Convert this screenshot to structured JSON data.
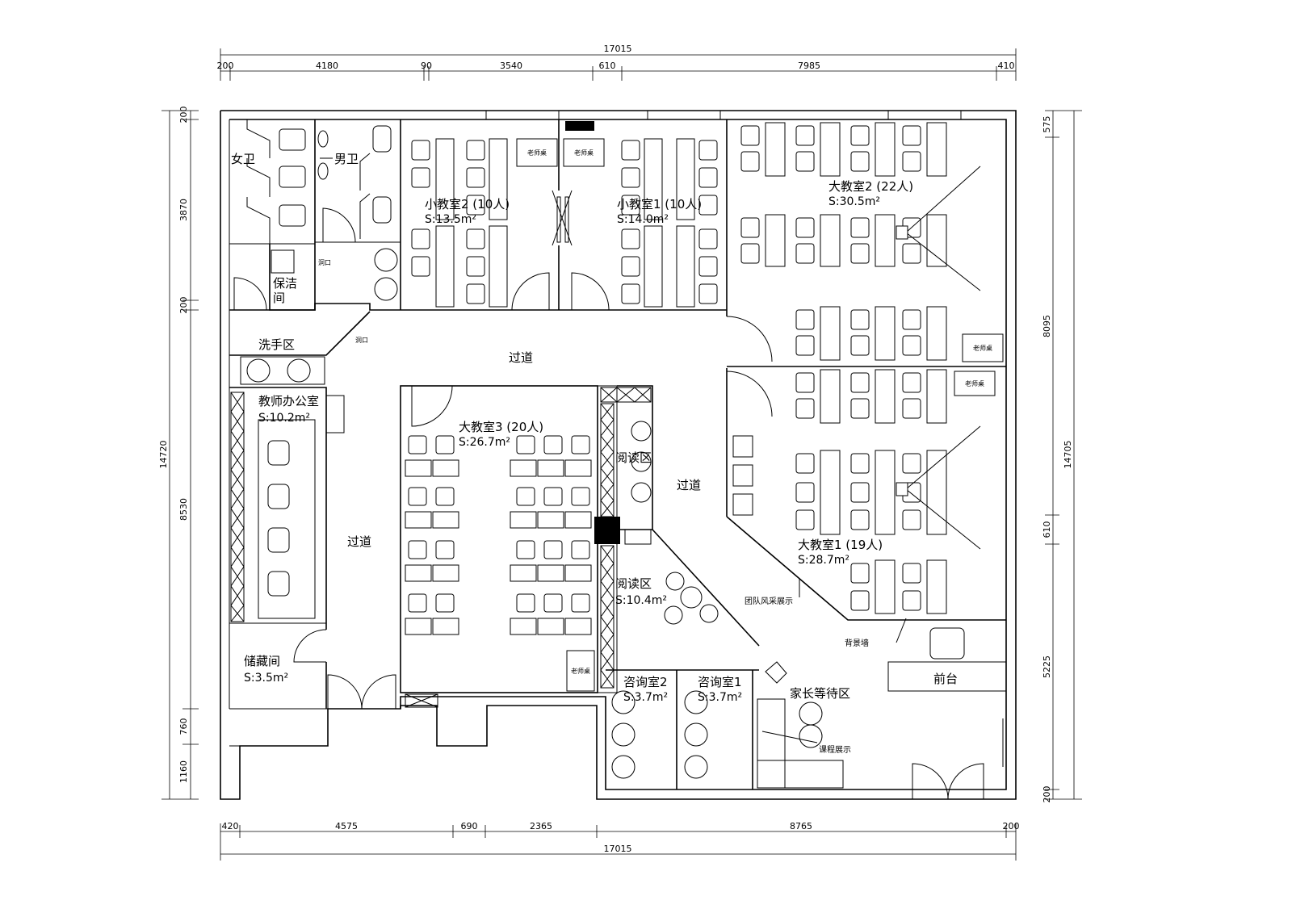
{
  "dimensions": {
    "top_total": "17015",
    "top_segments": [
      "200",
      "4180",
      "90",
      "3540",
      "610",
      "7985",
      "410"
    ],
    "bottom_total": "17015",
    "bottom_segments": [
      "420",
      "4575",
      "690",
      "2365",
      "8765",
      "200"
    ],
    "left_total": "14720",
    "left_segments": [
      "200",
      "3870",
      "200",
      "8530",
      "760",
      "1160"
    ],
    "right_total": "14705",
    "right_segments": [
      "575",
      "8095",
      "610",
      "5225",
      "200"
    ]
  },
  "rooms": {
    "womens_wc": "女卫",
    "mens_wc": "男卫",
    "cleaning": "保洁",
    "cleaning_2": "间",
    "handwash": "洗手区",
    "small_class_2": "小教室2  (10人)",
    "small_class_2_area": "S:13.5m²",
    "small_class_1": "小教室1  (10人)",
    "small_class_1_area": "S:14.0m²",
    "big_class_2": "大教室2 (22人)",
    "big_class_2_area": "S:30.5m²",
    "corridor_top": "过道",
    "teacher_office": "教师办公室",
    "teacher_office_area": "S:10.2m²",
    "corridor_left": "过道",
    "big_class_3": "大教室3 (20人)",
    "big_class_3_area": "S:26.7m²",
    "reading_area_top": "阅读区",
    "corridor_mid": "过道",
    "big_class_1": "大教室1  (19人)",
    "big_class_1_area": "S:28.7m²",
    "reading_area": "阅读区",
    "reading_area_area": "S:10.4m²",
    "team_display": "团队风采展示",
    "backdrop": "背景墙",
    "storage": "储藏间",
    "storage_area": "S:3.5m²",
    "consult_2": "咨询室2",
    "consult_2_area": "S:3.7m²",
    "consult_1": "咨询室1",
    "consult_1_area": "S:3.7m²",
    "parent_waiting": "家长等待区",
    "course_display": "课程展示",
    "reception": "前台",
    "teacher_desk": "老师桌",
    "opening": "洞口"
  }
}
